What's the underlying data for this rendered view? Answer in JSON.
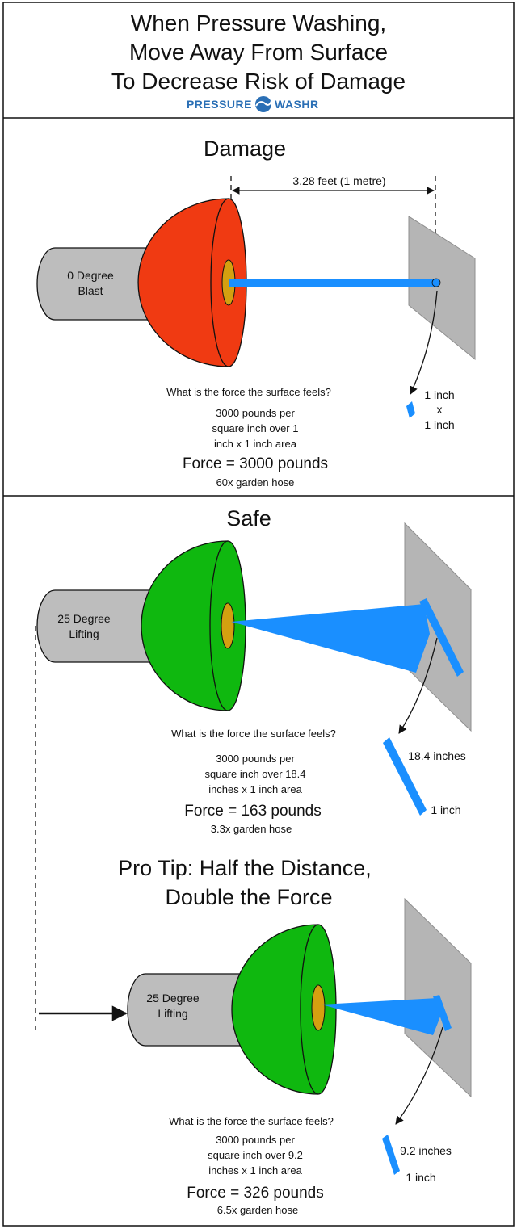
{
  "header": {
    "title_lines": [
      "When Pressure Washing,",
      "Move Away From Surface",
      "To Decrease Risk of Damage"
    ],
    "logo_left": "PRESSURE",
    "logo_right": "WASHR"
  },
  "damage": {
    "heading": "Damage",
    "distance_label": "3.28 feet (1 metre)",
    "nozzle_label": [
      "0 Degree",
      "Blast"
    ],
    "question": "What is the force the surface feels?",
    "desc_lines": [
      "3000 pounds per",
      "square inch over 1",
      "inch x 1 inch area"
    ],
    "force": "Force = 3000 pounds",
    "compare": "60x garden hose",
    "area_labels": [
      "1 inch",
      "x",
      "1 inch"
    ]
  },
  "safe": {
    "heading": "Safe",
    "nozzle_label": [
      "25 Degree",
      "Lifting"
    ],
    "question": "What is the force the surface feels?",
    "desc_lines": [
      "3000 pounds per",
      "square inch over 18.4",
      "inches x 1 inch area"
    ],
    "force": "Force = 163 pounds",
    "compare": "3.3x garden hose",
    "width_label": "18.4 inches",
    "height_label": "1 inch"
  },
  "protip": {
    "heading_lines": [
      "Pro Tip: Half the Distance,",
      "Double the Force"
    ],
    "nozzle_label": [
      "25 Degree",
      "Lifting"
    ],
    "question": "What is the force the surface feels?",
    "desc_lines": [
      "3000 pounds per",
      "square inch over 9.2",
      "inches x 1 inch area"
    ],
    "force": "Force = 326 pounds",
    "compare": "6.5x garden hose",
    "width_label": "9.2 inches",
    "height_label": "1 inch"
  },
  "colors": {
    "damage_dome": "#f03a12",
    "safe_dome": "#0fb80f",
    "spray": "#1a8fff",
    "nozzle": "#d4a010",
    "body": "#bdbdbd",
    "plate": "#b5b5b5",
    "logo": "#2a6fb5"
  },
  "icons": {
    "logo": "wave-logo-icon"
  }
}
